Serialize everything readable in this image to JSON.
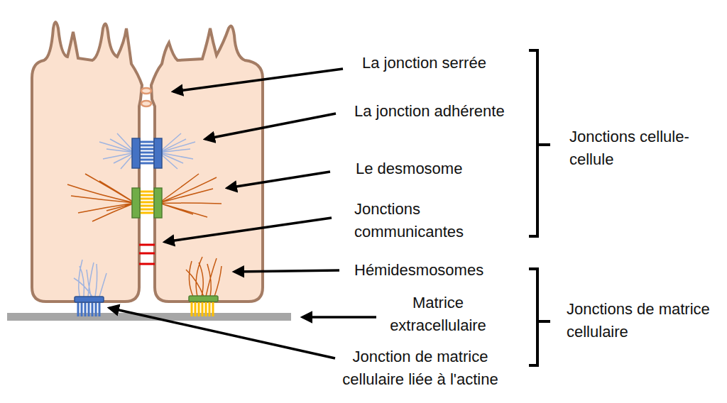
{
  "diagram": {
    "labels": [
      "La jonction serrée",
      "La jonction adhérente",
      "Le desmosome",
      "Jonctions communicantes",
      "Hémidesmosomes",
      "Matrice extracellulaire",
      "Jonction de matrice cellulaire liée à l'actine",
      "Jonctions cellule-cellule",
      "Jonctions de matrice cellulaire"
    ]
  }
}
